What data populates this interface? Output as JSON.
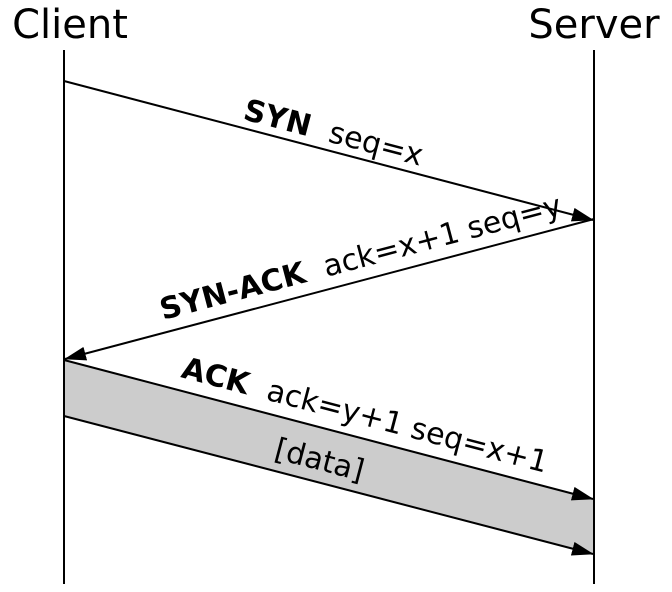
{
  "participants": {
    "client": "Client",
    "server": "Server"
  },
  "messages": [
    {
      "name": "SYN",
      "detail": "seq=x"
    },
    {
      "name": "SYN-ACK",
      "detail": "ack=x+1 seq=y"
    },
    {
      "name": "ACK",
      "detail": "ack=y+1 seq=x+1"
    }
  ],
  "data_segment": {
    "label": "[data]"
  },
  "colors": {
    "line": "#000000",
    "data_fill": "#cccccc",
    "background": "#ffffff"
  }
}
